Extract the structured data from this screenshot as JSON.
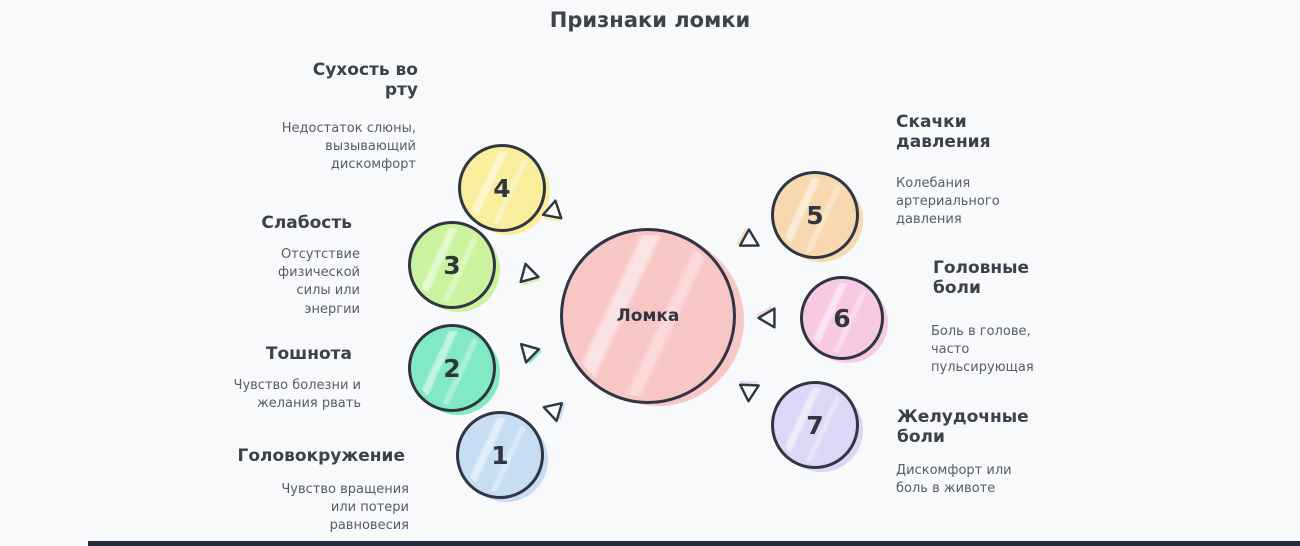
{
  "title": "Признаки ломки",
  "center": {
    "label": "Ломка",
    "color": "#f9c6c6"
  },
  "items": [
    {
      "num": "1",
      "heading": "Головокружение",
      "desc": "Чувство вращения или потери равновесия",
      "color": "#c7ddf4"
    },
    {
      "num": "2",
      "heading": "Тошнота",
      "desc": "Чувство болезни и желания рвать",
      "color": "#82e9c5"
    },
    {
      "num": "3",
      "heading": "Слабость",
      "desc": "Отсутствие физической силы или энергии",
      "color": "#cbf39f"
    },
    {
      "num": "4",
      "heading": "Сухость во рту",
      "desc": "Недостаток слюны, вызывающий дискомфорт",
      "color": "#f8ee9c"
    },
    {
      "num": "5",
      "heading": "Скачки давления",
      "desc": "Колебания артериального давления",
      "color": "#f8d8af"
    },
    {
      "num": "6",
      "heading": "Головные боли",
      "desc": "Боль в голове, часто пульсирующая",
      "color": "#f8c9e4"
    },
    {
      "num": "7",
      "heading": "Желудочные боли",
      "desc": "Дискомфорт или боль в животе",
      "color": "#dcd6f7"
    }
  ]
}
